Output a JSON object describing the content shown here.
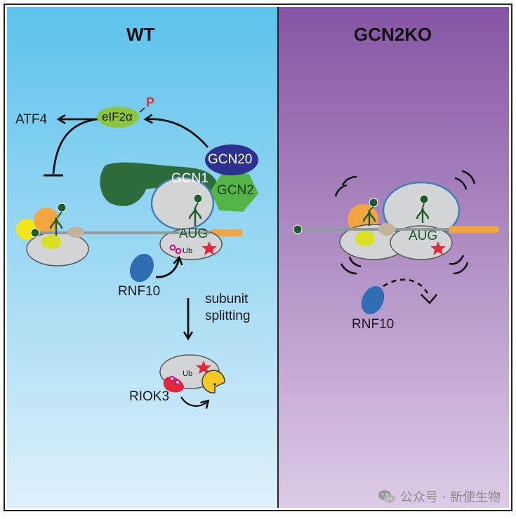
{
  "panels": {
    "left_title": "WT",
    "right_title": "GCN2KO"
  },
  "labels": {
    "atf4": "ATF4",
    "eif2a": "eIF2α",
    "p": "P",
    "gcn20": "GCN20",
    "gcn1": "GCN1",
    "gcn2": "GCN2",
    "aug_wt": "AUG",
    "ub_wt": "Ub",
    "rnf10_wt": "RNF10",
    "subunit": "subunit",
    "splitting": "splitting",
    "ub_bottom": "Ub",
    "riok3": "RIOK3",
    "aug_ko": "AUG",
    "rnf10_ko": "RNF10"
  },
  "watermark": {
    "text": "公众号 · 新使生物",
    "icon": "wechat-icon"
  },
  "colors": {
    "wt_bg_top": "#5cc2ec",
    "wt_bg_bottom": "#d9eefa",
    "ko_bg_top": "#8a5aa6",
    "ko_bg_bottom": "#d9c8e4",
    "ribosome": "#d2d4d6",
    "gcn1": "#2e6b3a",
    "gcn2": "#53b548",
    "gcn20": "#2c3190",
    "rnf10": "#2f6db5",
    "eif2a": "#8cc63f",
    "mrna": "#f3a540",
    "riok3": "#e0293b",
    "star": "#e0293b",
    "ub": "#d4148c"
  }
}
